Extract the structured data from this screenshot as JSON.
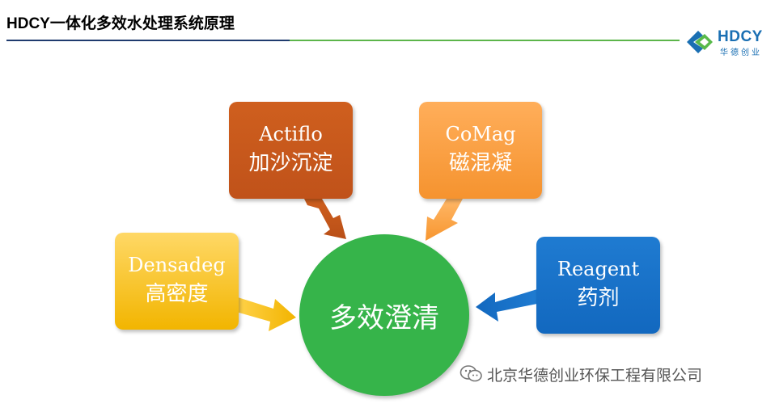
{
  "header": {
    "title": "HDCY一体化多效水处理系统原理",
    "logo_text": "HDCY",
    "logo_subtext": "华德创业"
  },
  "diagram": {
    "center": {
      "label": "多效澄清",
      "color": "#36b44a"
    },
    "nodes": [
      {
        "key": "actiflo",
        "en": "Actiflo",
        "zh": "加沙沉淀",
        "color": "#c8581c"
      },
      {
        "key": "comag",
        "en": "CoMag",
        "zh": "磁混凝",
        "color": "#f79a38"
      },
      {
        "key": "densadeg",
        "en": "Densadeg",
        "zh": "高密度",
        "color": "#f5bd14"
      },
      {
        "key": "reagent",
        "en": "Reagent",
        "zh": "药剂",
        "color": "#1672c8"
      }
    ]
  },
  "watermark": {
    "text": "北京华德创业环保工程有限公司",
    "icon": "wechat-icon"
  }
}
